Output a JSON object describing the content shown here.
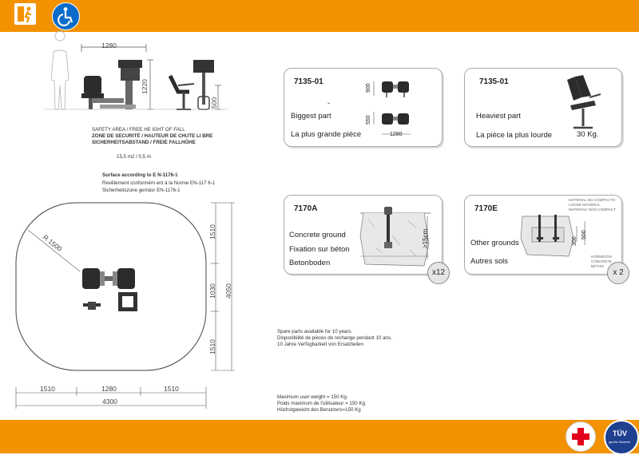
{
  "header": {
    "exit_icon": "emergency-exit-icon",
    "accessibility_icon": "wheelchair-accessibility-icon",
    "accent_color": "#f39200",
    "accessibility_color": "#0a6cc8"
  },
  "elevation": {
    "width_dim": "1280",
    "height_dim": "1220",
    "side_height_dim": "500"
  },
  "safety": {
    "line1": "SAFETY AREA / FREE HE IGHT OF  FALL",
    "line2": "ZONE DE SECURITÉ /  HAUTEUR DE CHUTE LI BRE",
    "line3": "SICHERHEITSABSTAND  / FREIE FALLHÖHE",
    "area": "15,5 m2 / 0,5 m"
  },
  "surface": {
    "line1": "Surface according to E N-1176-1",
    "line2": "Revêtement conformém ent à la Norme EN-117 6-1",
    "line3": "Sicherheitszone gemäsr  EN-1176-1"
  },
  "plan": {
    "radius_label": "R 1500",
    "bottom_dims": [
      "1510",
      "1280",
      "1510"
    ],
    "total_width": "4300",
    "right_dims": [
      "1510",
      "1030",
      "1510"
    ],
    "total_height": "4050"
  },
  "cards": {
    "biggest": {
      "code": "7135-01",
      "dash": "-",
      "label_en": "Biggest part",
      "label_fr": "La plus grande pièce",
      "dim_top": "900",
      "dim_side": "550",
      "dim_bottom": "1280"
    },
    "heaviest": {
      "code": "7135-01",
      "label_en": "Heaviest part",
      "label_fr": "La pièce la plus lourde",
      "weight": "30 Kg."
    },
    "concrete": {
      "code": "7170A",
      "label_en": "Concrete ground",
      "label_fr": "Fixation sur béton",
      "label_de": "Betonboden",
      "depth": ">15cm",
      "count": "x12"
    },
    "other": {
      "code": "7170E",
      "label_en": "Other grounds",
      "label_fr": "Autres sols",
      "note1": "MATERIAL NO COMPACTO",
      "note2": "LOOSE MATERIAL",
      "note3": "MATERIAU NON COMPACT",
      "note4": "HORMIGÓN",
      "note5": "CONCRETE",
      "note6": "BÉTON",
      "dim_a": "300",
      "dim_b": "500",
      "count": "x 2"
    }
  },
  "spares": {
    "line1": "Spare parts available for 10 years.",
    "line2": "Disponibilité de pièces de rechange pendant 10 ans.",
    "line3": "10 Jahre Verfügbarkeit von Ersatzteilen"
  },
  "max_weight": {
    "line1": "Maximum user weight = 150 Kg.",
    "line2": "Poids maximum de l'utilisateur = 150 Kg",
    "line3": "Höchstgewicht des Benutzers=150 Kg"
  },
  "footer": {
    "first_aid_icon": "first-aid-cross-icon",
    "tuv_logo_text": "TÜV",
    "tuv_logo_subtext": "geprüfte Sicherheit"
  }
}
